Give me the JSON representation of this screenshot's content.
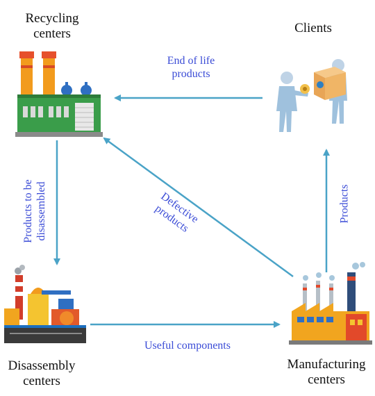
{
  "nodes": {
    "recycling": {
      "label_line1": "Recycling",
      "label_line2": "centers",
      "icon": "recycling-factory-icon"
    },
    "clients": {
      "label_line1": "Clients",
      "icon": "clients-handover-icon"
    },
    "disassembly": {
      "label_line1": "Disassembly",
      "label_line2": "centers",
      "icon": "disassembly-plant-icon"
    },
    "manufacturing": {
      "label_line1": "Manufacturing",
      "label_line2": "centers",
      "icon": "manufacturing-plant-icon"
    }
  },
  "edges": {
    "end_of_life": {
      "line1": "End of life",
      "line2": "products"
    },
    "to_be_disassembled": {
      "line1": "Products to be",
      "line2": "disassembled"
    },
    "defective": {
      "line1": "Defective",
      "line2": "products"
    },
    "useful_components": {
      "line1": "Useful components"
    },
    "products": {
      "line1": "Products"
    }
  },
  "colors": {
    "arrow": "#4aa3c7",
    "edge_text": "#3a4bd6",
    "node_text": "#111111"
  }
}
